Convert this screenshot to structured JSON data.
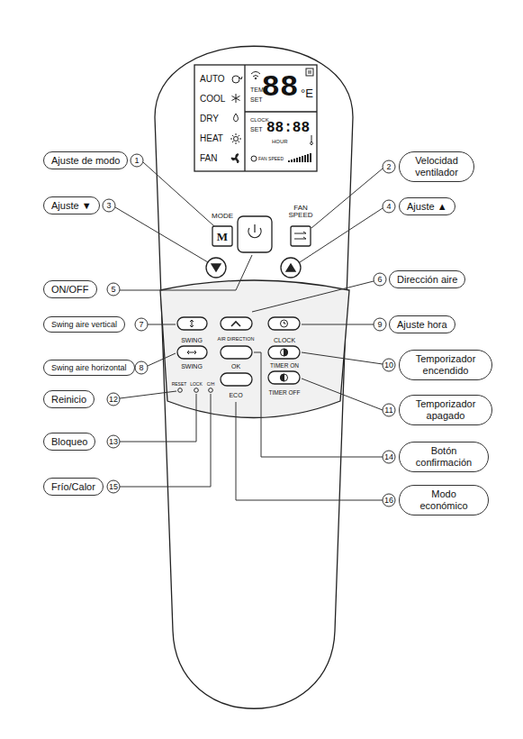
{
  "diagram": {
    "nodes": [
      {
        "text": [
          "Ajuste de modo"
        ]
      },
      {
        "text": [
          "Velocidad ventilador"
        ]
      },
      {
        "text": [
          "Ajuste ▼"
        ]
      },
      {
        "text": [
          "Ajuste ▲"
        ]
      },
      {
        "text": [
          "ON/OFF"
        ]
      },
      {
        "text": [
          "Dirección aire"
        ]
      },
      {
        "text": [
          "Swing aire vertical"
        ]
      },
      {
        "text": [
          "Ajuste hora"
        ]
      },
      {
        "text": [
          "Swing aire horizontal"
        ]
      },
      {
        "text": [
          "Temporizador encendido"
        ]
      },
      {
        "text": [
          "Temporizador apagado"
        ]
      },
      {
        "text": [
          "Reinicio"
        ]
      },
      {
        "text": [
          "Bloqueo"
        ]
      },
      {
        "text": [
          "Botón confirmación"
        ]
      },
      {
        "text": [
          "Frío/Calor"
        ]
      },
      {
        "text": [
          "Modo económico"
        ]
      }
    ],
    "edges": [],
    "labels": [
      "1",
      "2",
      "3",
      "4",
      "5",
      "6",
      "7",
      "8",
      "9",
      "10",
      "11",
      "12",
      "13",
      "14",
      "15",
      "16",
      "AUTO",
      "COOL",
      "DRY",
      "HEAT",
      "FAN",
      "TEMP",
      "SET",
      "88",
      "°E",
      "CLOCK",
      "SET",
      "88:88",
      "HOUR",
      "FAN SPEED",
      "MODE",
      "M",
      "FAN SPEED",
      "SWING",
      "AIR DIRECTION",
      "CLOCK",
      "SWING",
      "OK",
      "TIMER ON",
      "ECO",
      "TIMER OFF",
      "RESET",
      "LOCK",
      "C/H"
    ]
  }
}
